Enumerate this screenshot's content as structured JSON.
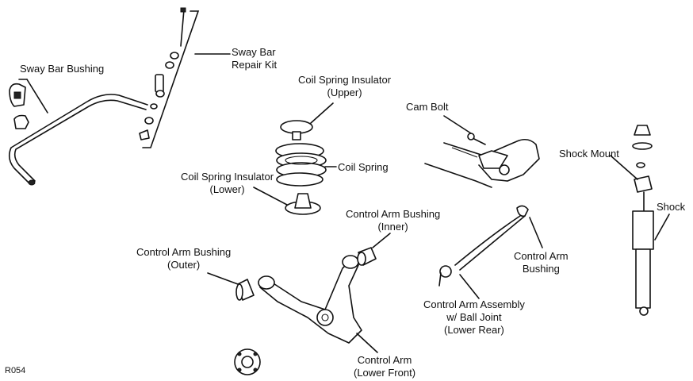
{
  "labels": {
    "sway_bar_bushing": "Sway Bar Bushing",
    "sway_bar_repair_kit": [
      "Sway Bar",
      "Repair Kit"
    ],
    "coil_spring_insulator_upper": [
      "Coil Spring Insulator",
      "(Upper)"
    ],
    "cam_bolt": "Cam Bolt",
    "shock_mount": "Shock Mount",
    "coil_spring": "Coil Spring",
    "coil_spring_insulator_lower": [
      "Coil Spring Insulator",
      "(Lower)"
    ],
    "shock": "Shock",
    "control_arm_bushing_inner": [
      "Control Arm Bushing",
      "(Inner)"
    ],
    "control_arm_bushing_outer": [
      "Control Arm Bushing",
      "(Outer)"
    ],
    "control_arm_bushing": [
      "Control Arm",
      "Bushing"
    ],
    "control_arm_assembly": [
      "Control Arm Assembly",
      "w/ Ball Joint",
      "(Lower Rear)"
    ],
    "control_arm_lower_front": [
      "Control Arm",
      "(Lower Front)"
    ]
  },
  "reference_code": "R054"
}
